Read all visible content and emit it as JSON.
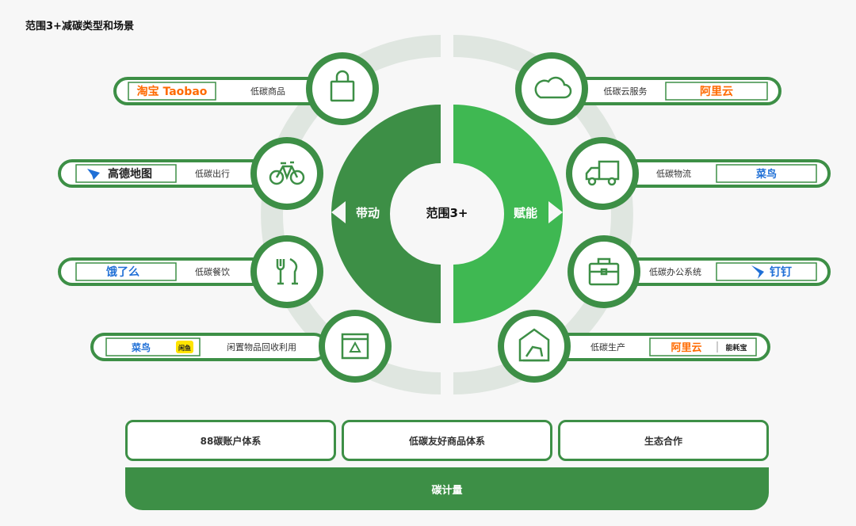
{
  "title": "范围3+减碳类型和场景",
  "center": {
    "core": "范围3+",
    "left": "带动",
    "right": "赋能"
  },
  "left_items": [
    {
      "label": "低碳商品",
      "icon": "shopping-bag-icon",
      "brands": [
        "淘宝 Taobao"
      ]
    },
    {
      "label": "低碳出行",
      "icon": "bicycle-icon",
      "brands": [
        "高德地图"
      ]
    },
    {
      "label": "低碳餐饮",
      "icon": "utensils-icon",
      "brands": [
        "饿了么"
      ]
    },
    {
      "label": "闲置物品回收利用",
      "icon": "recycle-box-icon",
      "brands": [
        "菜鸟",
        "闲鱼"
      ]
    }
  ],
  "right_items": [
    {
      "label": "低碳云服务",
      "icon": "cloud-icon",
      "brands": [
        "阿里云"
      ]
    },
    {
      "label": "低碳物流",
      "icon": "truck-icon",
      "brands": [
        "菜鸟"
      ]
    },
    {
      "label": "低碳办公系统",
      "icon": "briefcase-icon",
      "brands": [
        "钉钉"
      ]
    },
    {
      "label": "低碳生产",
      "icon": "factory-icon",
      "brands": [
        "阿里云",
        "能耗宝"
      ]
    }
  ],
  "bottom": {
    "boxes": [
      "88碳账户体系",
      "低碳友好商品体系",
      "生态合作"
    ],
    "bar": "碳计量"
  },
  "colors": {
    "dark_green": "#3d8f46",
    "light_green": "#3fb852",
    "pale_ring": "#dfe6e0",
    "orange": "#ff6a00",
    "blue": "#1f6fd6"
  }
}
